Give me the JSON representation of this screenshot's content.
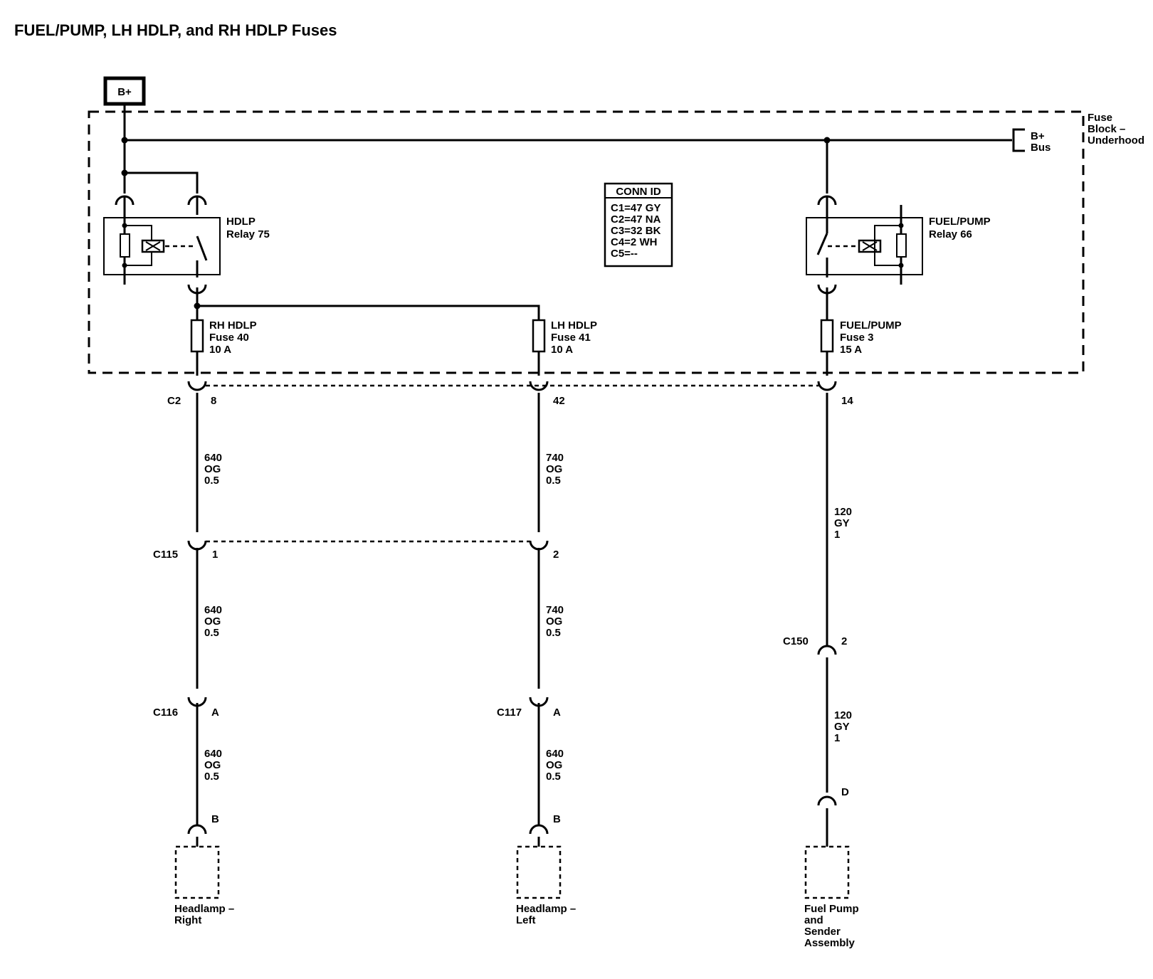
{
  "title": "FUEL/PUMP, LH HDLP, and RH HDLP Fuses",
  "power": {
    "label": "B+"
  },
  "fuse_block": {
    "line1": "Fuse",
    "line2": "Block –",
    "line3": "Underhood"
  },
  "bus": {
    "line1": "B+",
    "line2": "Bus"
  },
  "conn_id": {
    "header": "CONN ID",
    "rows": [
      "C1=47 GY",
      "C2=47 NA",
      "C3=32 BK",
      "C4=2 WH",
      "C5=--"
    ]
  },
  "relays": {
    "hdlp": {
      "name": "HDLP",
      "number": "Relay 75"
    },
    "fuel_pump": {
      "name": "FUEL/PUMP",
      "number": "Relay 66"
    }
  },
  "fuses": {
    "rh": {
      "name": "RH HDLP",
      "number": "Fuse 40",
      "rating": "10 A"
    },
    "lh": {
      "name": "LH HDLP",
      "number": "Fuse 41",
      "rating": "10 A"
    },
    "fp": {
      "name": "FUEL/PUMP",
      "number": "Fuse 3",
      "rating": "15 A"
    }
  },
  "connectors": {
    "c2": {
      "name": "C2",
      "pin_rh": "8",
      "pin_lh": "42",
      "pin_fp": "14"
    },
    "c115": {
      "name": "C115",
      "pin_rh": "1",
      "pin_lh": "2"
    },
    "c116": {
      "name": "C116",
      "pin": "A"
    },
    "c117": {
      "name": "C117",
      "pin": "A"
    },
    "c150": {
      "name": "C150",
      "pin": "2"
    },
    "headlamp_right": {
      "pin": "B"
    },
    "headlamp_left": {
      "pin": "B"
    },
    "fuel_pump": {
      "pin": "D"
    }
  },
  "wires": {
    "rh_seg1": {
      "circuit": "640",
      "color": "OG",
      "size": "0.5"
    },
    "rh_seg2": {
      "circuit": "640",
      "color": "OG",
      "size": "0.5"
    },
    "rh_seg3": {
      "circuit": "640",
      "color": "OG",
      "size": "0.5"
    },
    "lh_seg1": {
      "circuit": "740",
      "color": "OG",
      "size": "0.5"
    },
    "lh_seg2": {
      "circuit": "740",
      "color": "OG",
      "size": "0.5"
    },
    "lh_seg3": {
      "circuit": "640",
      "color": "OG",
      "size": "0.5"
    },
    "fp_seg1": {
      "circuit": "120",
      "color": "GY",
      "size": "1"
    },
    "fp_seg2": {
      "circuit": "120",
      "color": "GY",
      "size": "1"
    }
  },
  "components": {
    "headlamp_right": {
      "line1": "Headlamp –",
      "line2": "Right"
    },
    "headlamp_left": {
      "line1": "Headlamp –",
      "line2": "Left"
    },
    "fuel_pump": {
      "line1": "Fuel Pump",
      "line2": "and",
      "line3": "Sender",
      "line4": "Assembly"
    }
  }
}
